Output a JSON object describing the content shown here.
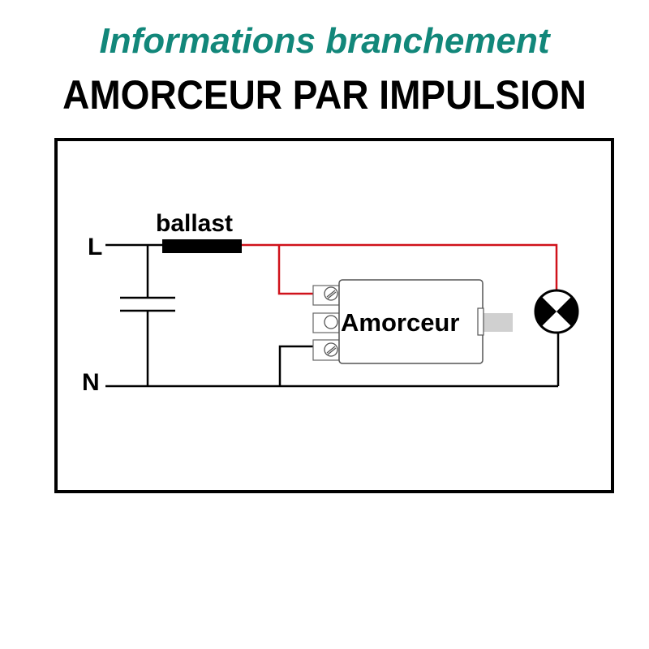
{
  "header": {
    "title": "Informations branchement",
    "subtitle": "AMORCEUR PAR IMPULSION"
  },
  "diagram": {
    "label_live": "L",
    "label_neutral": "N",
    "label_ballast": "ballast",
    "label_starter": "Amorceur",
    "colors": {
      "title": "#12877a",
      "red_wire": "#d0121b",
      "wire": "#000000",
      "tab": "#d0d0d0"
    }
  }
}
